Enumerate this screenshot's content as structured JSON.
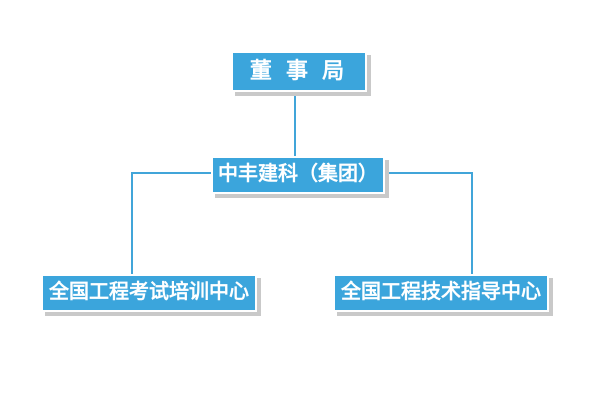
{
  "diagram": {
    "type": "org-chart",
    "title": "",
    "nodes": {
      "board": {
        "id": "board",
        "label": "董 事 局",
        "level": 1
      },
      "group": {
        "id": "group",
        "label": "中丰建科（集团）",
        "level": 2
      },
      "training": {
        "id": "training",
        "label": "全国工程考试培训中心",
        "level": 3
      },
      "guidance": {
        "id": "guidance",
        "label": "全国工程技术指导中心",
        "level": 3
      }
    },
    "edges": [
      {
        "from": "board",
        "to": "group"
      },
      {
        "from": "group",
        "to": "training"
      },
      {
        "from": "group",
        "to": "guidance"
      }
    ]
  },
  "colors": {
    "node_fill": "#3BA5DC",
    "node_text": "#FFFFFF",
    "node_border": "#FFFFFF",
    "shadow": "#C9C9C9",
    "connector": "#41A5D9",
    "page_bg": "#FFFFFF"
  }
}
